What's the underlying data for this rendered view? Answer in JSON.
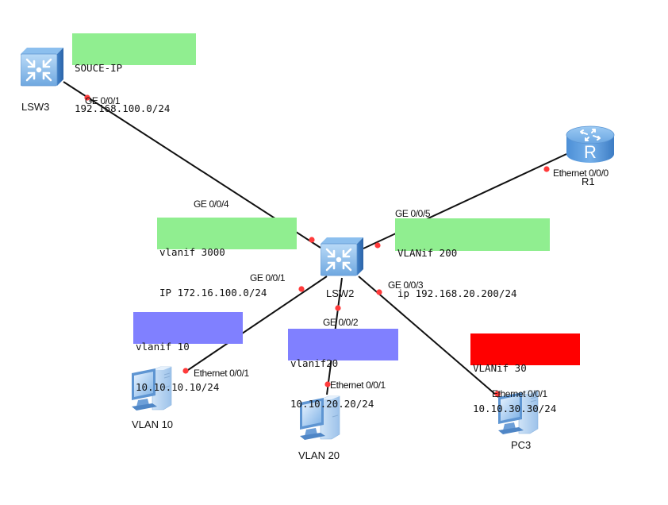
{
  "diagram": {
    "type": "network-topology",
    "devices": [
      {
        "id": "LSW3",
        "label": "LSW3",
        "kind": "switch"
      },
      {
        "id": "LSW2",
        "label": "LSW2",
        "kind": "switch"
      },
      {
        "id": "R1",
        "label": "R1",
        "kind": "router"
      },
      {
        "id": "PC_VLAN10",
        "label": "VLAN 10",
        "kind": "pc"
      },
      {
        "id": "PC_VLAN20",
        "label": "VLAN 20",
        "kind": "pc"
      },
      {
        "id": "PC3",
        "label": "PC3",
        "kind": "pc"
      }
    ],
    "links": [
      {
        "from": "LSW3",
        "from_port": "GE 0/0/1",
        "to": "LSW2",
        "to_port": "GE 0/0/4"
      },
      {
        "from": "LSW2",
        "from_port": "GE 0/0/5",
        "to": "R1",
        "to_port": "Ethernet 0/0/0"
      },
      {
        "from": "LSW2",
        "from_port": "GE 0/0/1",
        "to": "PC_VLAN10",
        "to_port": "Ethernet 0/0/1"
      },
      {
        "from": "LSW2",
        "from_port": "GE 0/0/2",
        "to": "PC_VLAN20",
        "to_port": "Ethernet 0/0/1"
      },
      {
        "from": "LSW2",
        "from_port": "GE 0/0/3",
        "to": "PC3",
        "to_port": "Ethernet 0/0/1"
      }
    ],
    "notes": [
      {
        "id": "source-ip",
        "lines": [
          "SOUCE-IP",
          "192.168.100.0/24"
        ],
        "color": "#90ee90"
      },
      {
        "id": "vlanif-3000",
        "lines": [
          "vlanif 3000",
          "IP 172.16.100.0/24"
        ],
        "color": "#90ee90"
      },
      {
        "id": "vlanif-200",
        "lines": [
          "VLANif 200",
          "ip 192.168.20.200/24"
        ],
        "color": "#90ee90"
      },
      {
        "id": "vlanif-10",
        "lines": [
          "vlanif 10",
          "10.10.10.10/24"
        ],
        "color": "#8080ff"
      },
      {
        "id": "vlanif-20",
        "lines": [
          "vlanif20",
          "10.10.20.20/24"
        ],
        "color": "#8080ff"
      },
      {
        "id": "vlanif-30",
        "lines": [
          "VLANif 30",
          "10.10.30.30/24"
        ],
        "color": "#ff0000"
      }
    ],
    "colors": {
      "link": "#111111",
      "port_dot": "#ff3b3b",
      "device_blue": "#5b9bd5"
    }
  }
}
